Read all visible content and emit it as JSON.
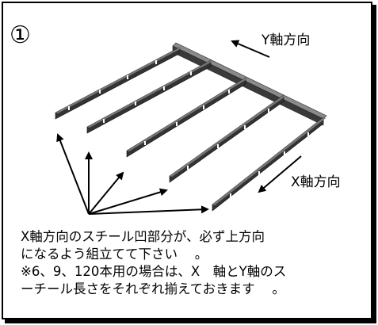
{
  "step_number": "①",
  "labels": {
    "y_axis": "Y軸方向",
    "x_axis": "X軸方向"
  },
  "note": {
    "line1": "X軸方向のスチール凹部分が、必ず上方向",
    "line2": "になるよう組立てて下さい　 。",
    "line3": "※6、9、120本用の場合は、X　軸とY軸のス",
    "line4": "ーチール長さをそれぞれ揃えておきます　 。"
  }
}
